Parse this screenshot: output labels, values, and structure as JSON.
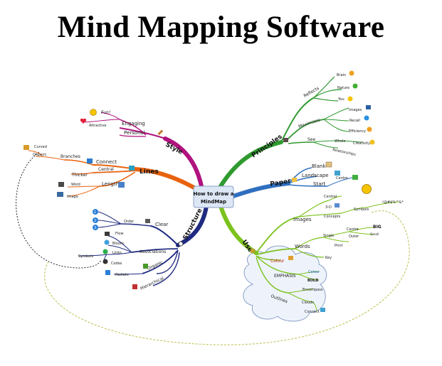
{
  "title": "Mind Mapping Software",
  "center": {
    "line1": "How to draw a",
    "line2": "MindMap"
  },
  "branches": {
    "style": {
      "label": "Style",
      "engaging": "Engaging",
      "fun": "Fun!",
      "attractive": "Attractive",
      "personal": "Personal"
    },
    "lines": {
      "label": "Lines",
      "connect": "Connect",
      "branches": "Branches",
      "curved": "Curved",
      "organic": "Organic",
      "central": "Central",
      "thicker": "Thicker",
      "length": "Length",
      "word": "Word",
      "image": "Image"
    },
    "principles": {
      "label": "Principles",
      "reflects": "Reflects",
      "brain": "Brain",
      "nature": "Nature",
      "you": "You",
      "maximises": "Maximises",
      "images": "Images",
      "recall": "Recall",
      "efficiency": "Efficiency",
      "see": "See",
      "whole": "Whole",
      "creativity": "Creativity",
      "relationships": "Relationships"
    },
    "paper": {
      "label": "Paper",
      "blank": "Blank",
      "landscape": "Landscape",
      "start": "Start",
      "centre": "Centre"
    },
    "structure": {
      "label": "Structure",
      "clear": "Clear",
      "order": "Order",
      "n1": "1",
      "n2": "2",
      "n3": "3",
      "associations": "Associations",
      "flow": "Flow",
      "bloom": "Bloom",
      "links": "Links",
      "symbols": "Symbols",
      "codes": "Codes",
      "radiate": "Radiate",
      "organic": "Organic",
      "hierarchical": "Hierarchical"
    },
    "use": {
      "label": "Use",
      "images": "Images",
      "central": "Central",
      "three_d": "3-D",
      "concepts": "Concepts",
      "symbols": "Symbols",
      "symbols_glyphs": "!@#$%^&*",
      "words": "Words",
      "single": "Single",
      "print": "Print",
      "centre": "Centre",
      "outer": "Outer",
      "big": "BIG",
      "small": "Small",
      "key": "Key",
      "colour": "Colour",
      "emphasis": "EMPHASIS",
      "colour2": "Colour",
      "bold": "BOLD",
      "outlines": "Outlines",
      "encompass": "Encompass",
      "clouds": "Clouds",
      "connect": "Connect"
    }
  },
  "colors": {
    "style": "#b0127e",
    "lines": "#e8620e",
    "principles": "#2f9a2f",
    "paper": "#2f6fc0",
    "structure": "#1f2a80",
    "use": "#7bc21c"
  }
}
